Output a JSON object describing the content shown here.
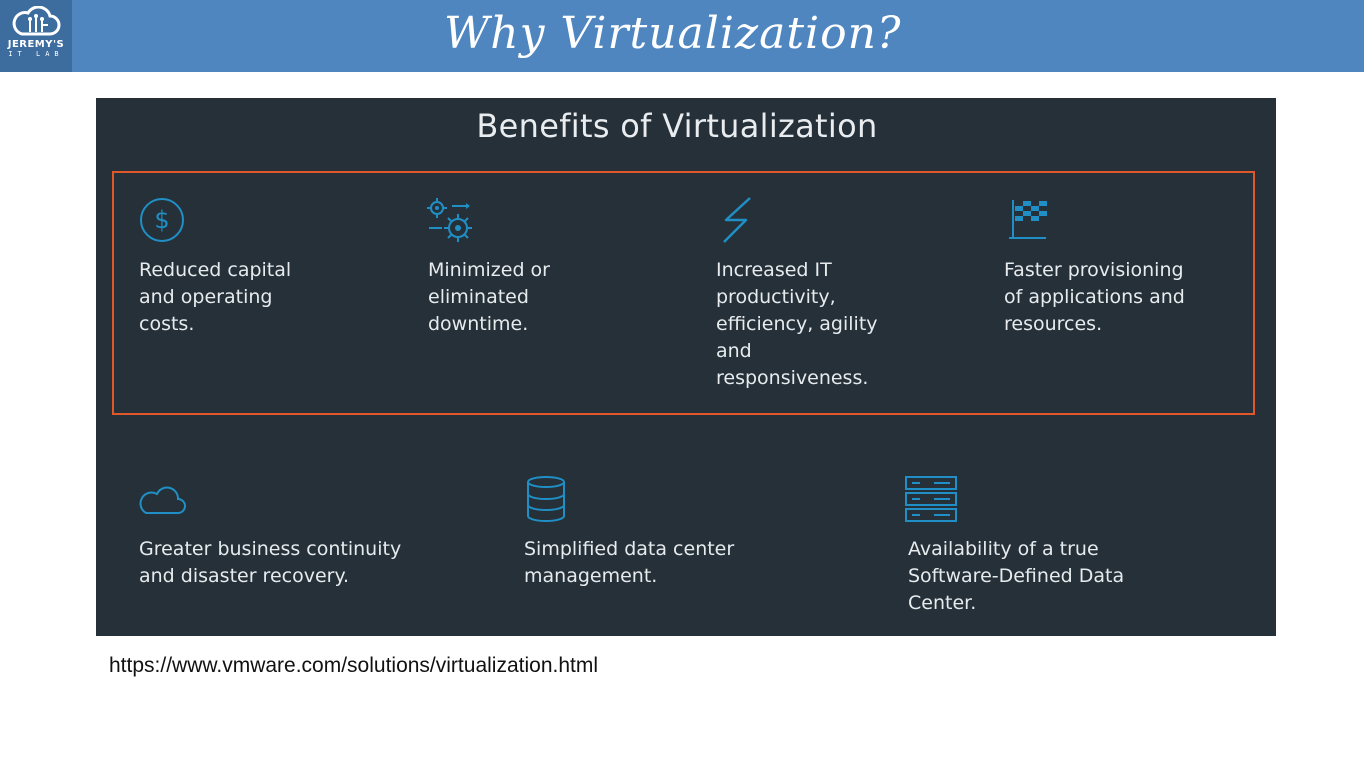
{
  "header": {
    "title": "Why Virtualization?",
    "logo_line1": "JEREMY'S",
    "logo_line2": "IT LAB",
    "bar_color": "#4f86c0",
    "logo_bg_color": "#3d6c9f"
  },
  "panel": {
    "title": "Benefits of Virtualization",
    "bg_color": "#263038",
    "highlight_color": "#e0582a",
    "icon_color": "#1f8fc6",
    "benefits": [
      {
        "icon": "dollar-circle-icon",
        "text": "Reduced capital\nand operating\ncosts."
      },
      {
        "icon": "gears-icon",
        "text": "Minimized or\neliminated\ndowntime."
      },
      {
        "icon": "lightning-bolt-icon",
        "text": "Increased IT\nproductivity,\nefficiency, agility\nand\nresponsiveness."
      },
      {
        "icon": "checkered-flag-icon",
        "text": "Faster provisioning\nof applications and\nresources."
      },
      {
        "icon": "cloud-icon",
        "text": "Greater business continuity\nand disaster recovery."
      },
      {
        "icon": "database-icon",
        "text": "Simplified data center\nmanagement."
      },
      {
        "icon": "server-rack-icon",
        "text": "Availability of a true\nSoftware-Defined Data\nCenter."
      }
    ]
  },
  "source_url": "https://www.vmware.com/solutions/virtualization.html"
}
